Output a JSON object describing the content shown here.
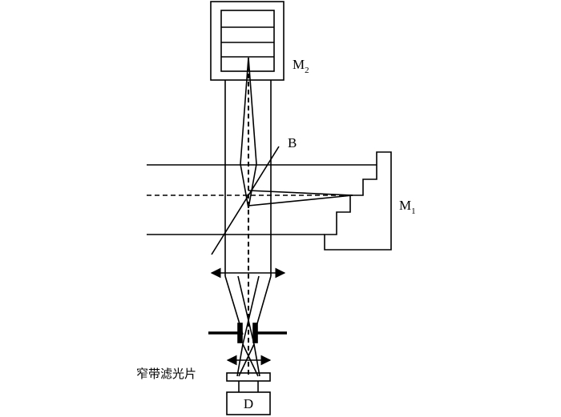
{
  "labels": {
    "m2_main": "M",
    "m2_sub": "2",
    "m1_main": "M",
    "m1_sub": "1",
    "beamsplitter": "B",
    "filter": "窄带滤光片",
    "detector": "D"
  },
  "colors": {
    "ink": "#000000",
    "background": "#ffffff"
  }
}
